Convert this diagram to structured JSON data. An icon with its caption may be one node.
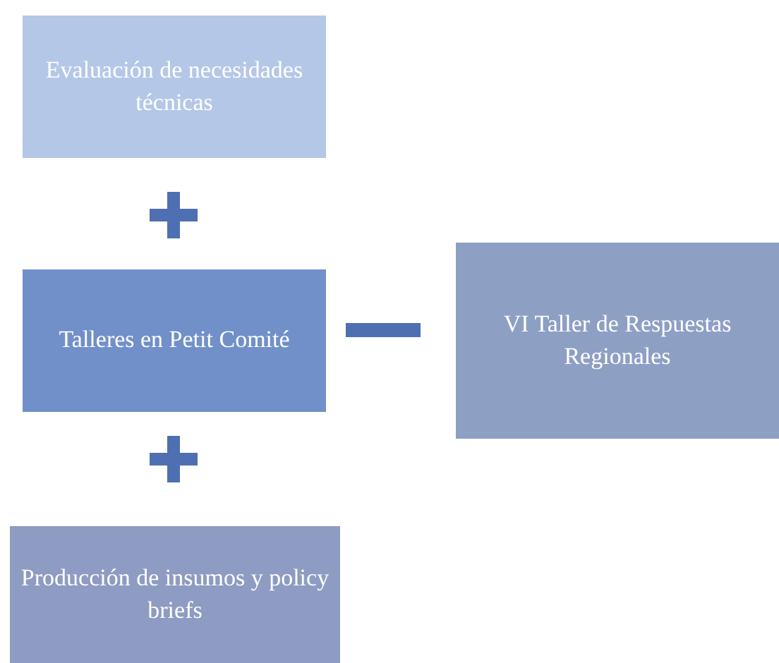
{
  "diagram": {
    "nodes": [
      {
        "text": [
          "Evaluación de necesidades técnicas"
        ]
      },
      {
        "text": [
          "Talleres en Petit Comité"
        ]
      },
      {
        "text": [
          "VI Taller de Respuestas Regionales"
        ]
      },
      {
        "text": [
          "Producción de insumos y policy briefs"
        ]
      }
    ]
  }
}
